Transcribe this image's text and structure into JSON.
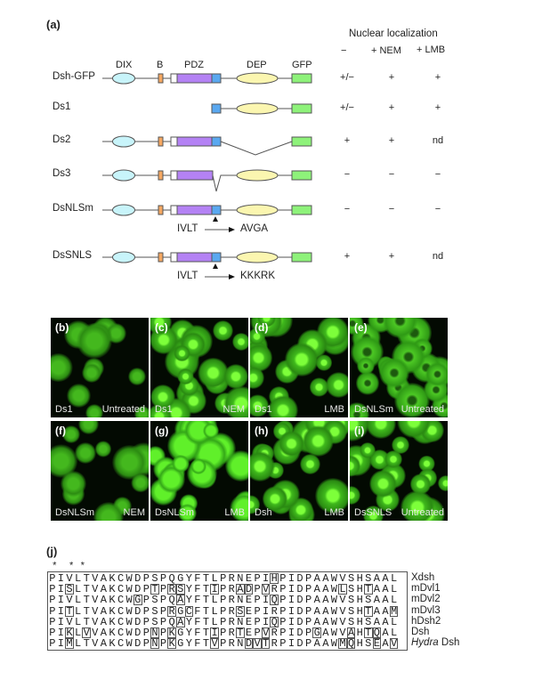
{
  "panel_a": {
    "label": "(a)",
    "header": {
      "title": "Nuclear localization",
      "col_minus": "−",
      "col_nem": "+ NEM",
      "col_lmb": "+ LMB"
    },
    "domain_labels": {
      "dix": "DIX",
      "b": "B",
      "pdz": "PDZ",
      "dep": "DEP",
      "gfp": "GFP"
    },
    "colors": {
      "dix": "#c8f4fa",
      "b": "#f5a862",
      "pdz": "#b482f4",
      "nls": "#5aa8f0",
      "dep": "#fbf6b0",
      "gfp": "#8ef27a"
    },
    "constructs": [
      {
        "name": "Dsh-GFP",
        "type": "full",
        "minus": "+/−",
        "nem": "+",
        "lmb": "+"
      },
      {
        "name": "Ds1",
        "type": "ds1",
        "minus": "+/−",
        "nem": "+",
        "lmb": "+"
      },
      {
        "name": "Ds2",
        "type": "ds2",
        "minus": "+",
        "nem": "+",
        "lmb": "nd"
      },
      {
        "name": "Ds3",
        "type": "ds3",
        "minus": "−",
        "nem": "−",
        "lmb": "−"
      },
      {
        "name": "DsNLSm",
        "type": "mut",
        "minus": "−",
        "nem": "−",
        "lmb": "−",
        "mutation_from": "IVLT",
        "mutation_to": "AVGA"
      },
      {
        "name": "DsSNLS",
        "type": "mut",
        "minus": "+",
        "nem": "+",
        "lmb": "nd",
        "mutation_from": "IVLT",
        "mutation_to": "KKKRK"
      }
    ]
  },
  "micrographs": [
    {
      "label": "(b)",
      "construct": "Ds1",
      "treatment": "Untreated",
      "pattern": "cytoplasmic"
    },
    {
      "label": "(c)",
      "construct": "Ds1",
      "treatment": "NEM",
      "pattern": "nuclear"
    },
    {
      "label": "(d)",
      "construct": "Ds1",
      "treatment": "LMB",
      "pattern": "nuclear"
    },
    {
      "label": "(e)",
      "construct": "DsNLSm",
      "treatment": "Untreated",
      "pattern": "excluded"
    },
    {
      "label": "(f)",
      "construct": "DsNLSm",
      "treatment": "NEM",
      "pattern": "cytoplasmic"
    },
    {
      "label": "(g)",
      "construct": "DsNLSm",
      "treatment": "LMB",
      "pattern": "whole"
    },
    {
      "label": "(h)",
      "construct": "Dsh",
      "treatment": "LMB",
      "pattern": "nuclear"
    },
    {
      "label": "(i)",
      "construct": "DsSNLS",
      "treatment": "Untreated",
      "pattern": "nuclear"
    }
  ],
  "panel_j": {
    "label": "(j)",
    "stars": "*  * *",
    "sequences": [
      {
        "name": "Xdsh",
        "seq": "PIVLTVAKCWDPSPQGYFTLPRNEPIHPIDPAAWVSHSAAL"
      },
      {
        "name": "mDvl1",
        "seq": "PISLTVAKCWDPTPRSYFTIPRADPVRPIDPAAWLSHTAAL"
      },
      {
        "name": "mDvl2",
        "seq": "PIVLTVAKCWGPSPQAYFTLPRNEPIQPIDPAAWVSHSAAL"
      },
      {
        "name": "mDvl3",
        "seq": "PITLTVAKCWDPSPRGCFTLPRSEPIRPIDPAAWVSHTAAM"
      },
      {
        "name": "hDsh2",
        "seq": "PIVLTVAKCWDPSPQAYFTLPRNEPIQPIDPAAWVSHSAAL"
      },
      {
        "name": "Dsh",
        "seq": "PIKLVVAKCWDPNPKGYFTIPRTEPVRPIDPGAWVAHTQAL"
      },
      {
        "name": "Hydra Dsh",
        "name_italic": "Hydra",
        "name_rest": " Dsh",
        "seq": "PIMLTVAKCWDPNPKGYFTVPRNDVTRPIDPAAWMQHSEAV"
      }
    ]
  }
}
